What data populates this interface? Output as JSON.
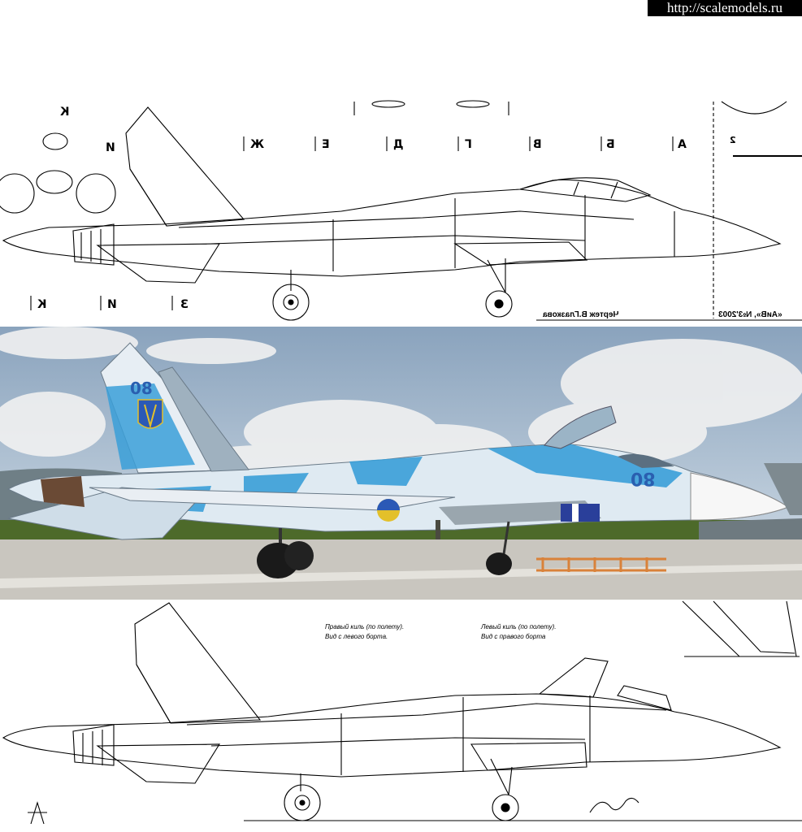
{
  "watermark": "http://scalemodels.ru",
  "top_drawing": {
    "section_labels": [
      "К",
      "Ж",
      "Е",
      "Д",
      "Г",
      "В",
      "Б",
      "А",
      "И",
      "З",
      "И",
      "К"
    ],
    "credit_left": "Чертеж В.Глазкова",
    "credit_right": "«АиВ», №3'2003",
    "view_label": "2"
  },
  "photo": {
    "tail_number": "08",
    "nose_number": "08",
    "colors": {
      "sky": "#a9bccf",
      "cloud": "#f2f2f2",
      "aircraft_light": "#dfeaf2",
      "aircraft_blue": "#3a9fd8",
      "grass": "#4d6a2a",
      "tarmac": "#c9c6bf"
    }
  },
  "bottom_drawing": {
    "note_right_fin": [
      "Правый киль (по полету).",
      "Вид с левого борта."
    ],
    "note_left_fin": [
      "Левый киль (по полету).",
      "Вид с правого борта"
    ]
  }
}
